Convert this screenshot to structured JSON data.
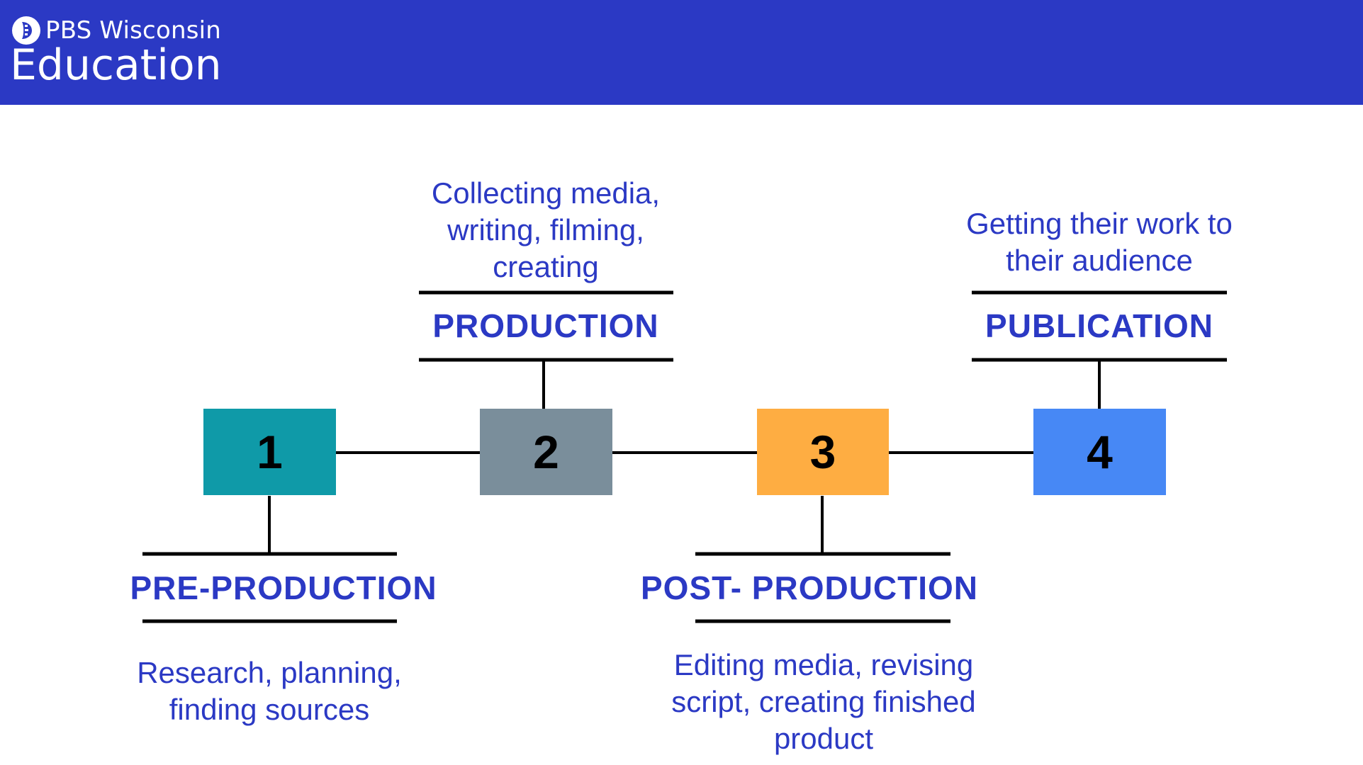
{
  "header": {
    "brand_small": "PBS Wisconsin",
    "brand_large": "Education",
    "background_color": "#2b39c4",
    "logo_icon": "pbs-head-icon"
  },
  "stages": [
    {
      "number": "1",
      "title": "PRE-PRODUCTION",
      "description": "Research, planning, finding sources",
      "color": "#0f9aa8"
    },
    {
      "number": "2",
      "title": "PRODUCTION",
      "description": "Collecting media, writing, filming, creating",
      "color": "#7a8e9b"
    },
    {
      "number": "3",
      "title": "POST- PRODUCTION",
      "description": "Editing media, revising script, creating finished product",
      "color": "#fead42"
    },
    {
      "number": "4",
      "title": "PUBLICATION",
      "description": "Getting their work to their audience",
      "color": "#4788f5"
    }
  ],
  "text_color": "#2b39c4",
  "line_color": "#000000"
}
